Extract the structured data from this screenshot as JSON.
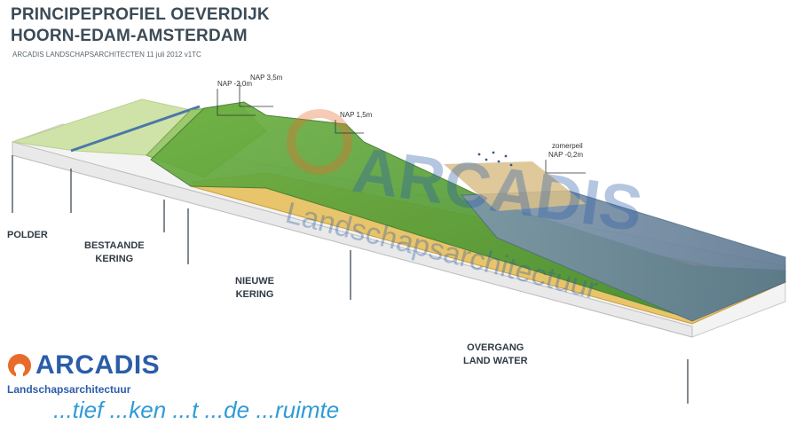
{
  "title_line1": "PRINCIPEPROFIEL OEVERDIJK",
  "title_line2": "HOORN-EDAM-AMSTERDAM",
  "subtitle": "ARCADIS LANDSCHAPSARCHITECTEN 11 juli 2012 v1TC",
  "levels": {
    "nap_min2": "NAP -2,0m",
    "nap_35": "NAP 3,5m",
    "nap_15": "NAP 1,5m",
    "zomerpeil": "zomerpeil",
    "nap_min02": "NAP -0,2m"
  },
  "zones": {
    "polder": "POLDER",
    "bestaande_1": "BESTAANDE",
    "bestaande_2": "KERING",
    "nieuwe_1": "NIEUWE",
    "nieuwe_2": "KERING",
    "overgang_1": "OVERGANG",
    "overgang_2": "LAND WATER"
  },
  "logo": {
    "name": "ARCADIS",
    "sub": "Landschapsarchitectuur",
    "tagline": "...tief ...ken ...t ...de ...ruimte"
  },
  "watermark": {
    "name": "ARCADIS",
    "sub": "Landschapsarchitectuur"
  },
  "colors": {
    "polder": "#cfe3a8",
    "dike_grass": "#5ea33b",
    "sand": "#e8c46a",
    "water": "#6f8aa3",
    "reed": "#d9c089",
    "brand_blue": "#2b5da8",
    "brand_orange": "#e86b2b"
  }
}
